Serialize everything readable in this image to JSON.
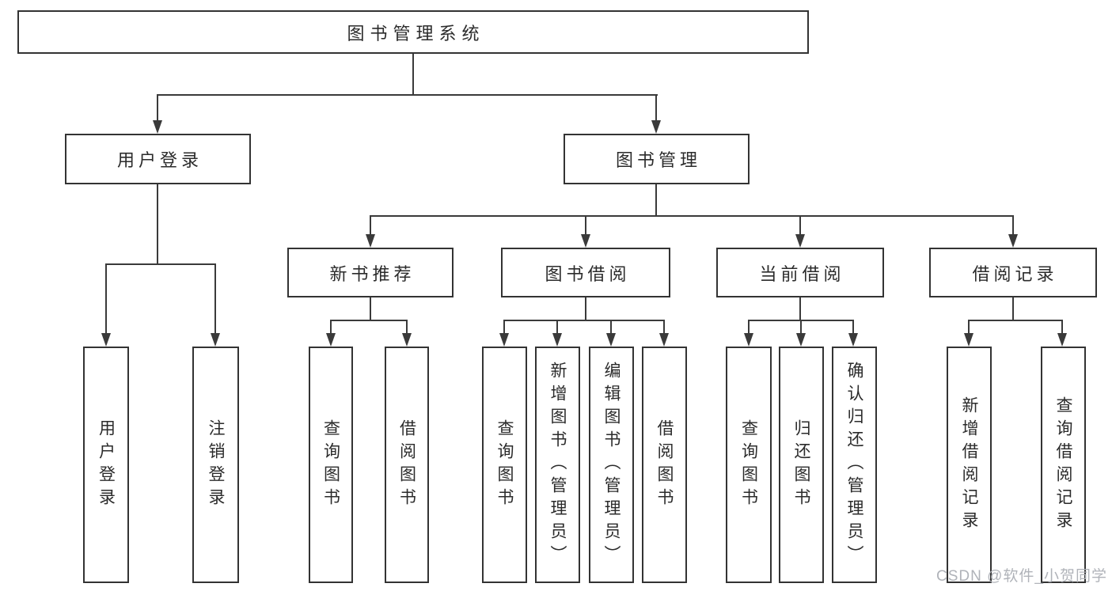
{
  "tree": {
    "root": {
      "label": "图书管理系统",
      "children": [
        {
          "label": "用户登录",
          "children": [
            {
              "label": "用户登录"
            },
            {
              "label": "注销登录"
            }
          ]
        },
        {
          "label": "图书管理",
          "children": [
            {
              "label": "新书推荐",
              "children": [
                {
                  "label": "查询图书"
                },
                {
                  "label": "借阅图书"
                }
              ]
            },
            {
              "label": "图书借阅",
              "children": [
                {
                  "label": "查询图书"
                },
                {
                  "label": "新增图书（管理员）"
                },
                {
                  "label": "编辑图书（管理员）"
                },
                {
                  "label": "借阅图书"
                }
              ]
            },
            {
              "label": "当前借阅",
              "children": [
                {
                  "label": "查询图书"
                },
                {
                  "label": "归还图书"
                },
                {
                  "label": "确认归还（管理员）"
                }
              ]
            },
            {
              "label": "借阅记录",
              "children": [
                {
                  "label": "新增借阅记录"
                },
                {
                  "label": "查询借阅记录"
                }
              ]
            }
          ]
        }
      ]
    }
  },
  "watermark": {
    "text": "CSDN @软件_小贺同学"
  },
  "colors": {
    "background": "#ffffff",
    "box_fill": "#ffffff",
    "box_border": "#333333",
    "connector": "#3a3a3a",
    "text": "#2b2b2b",
    "watermark": "#acafb5"
  }
}
